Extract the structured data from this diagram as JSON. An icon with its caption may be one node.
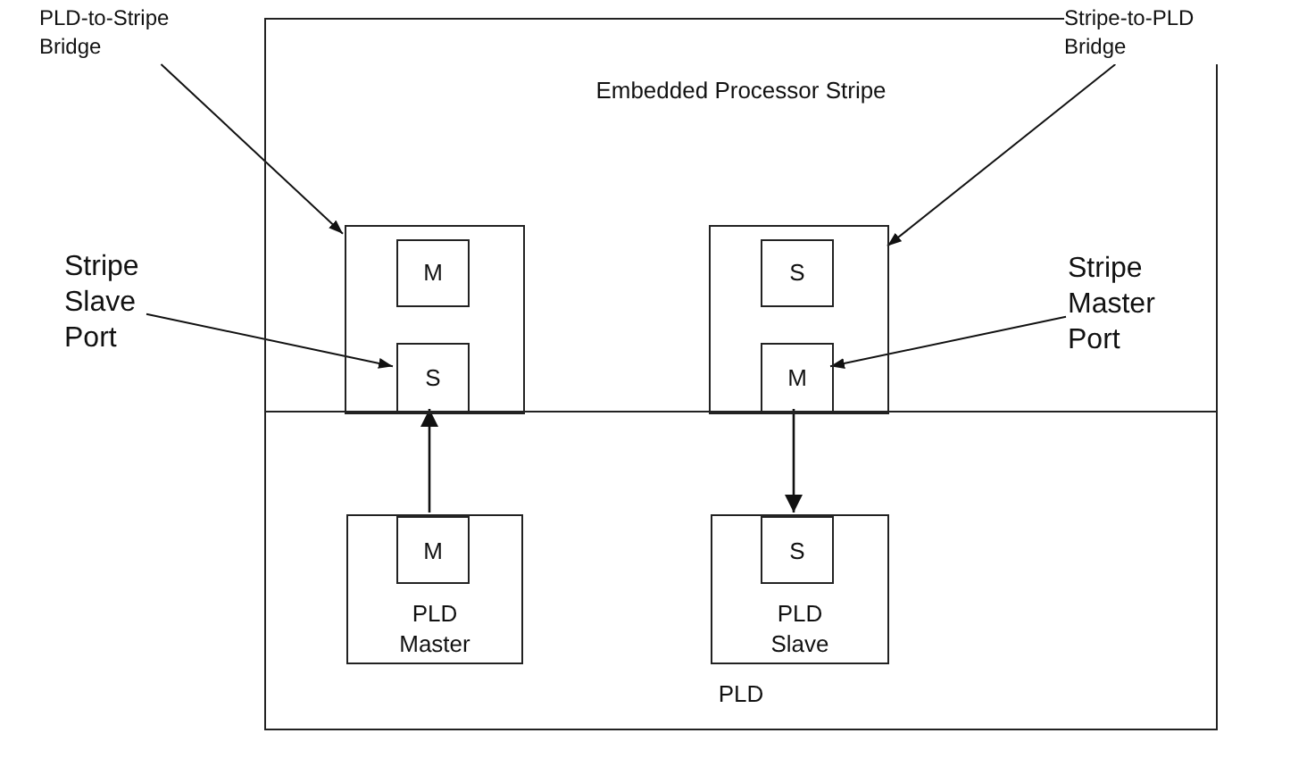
{
  "diagram": {
    "nodes": [
      {
        "text": [
          "Embedded Processor Stripe"
        ]
      },
      {
        "text": [
          "PLD"
        ]
      },
      {
        "text": [],
        "shape": "box",
        "in": 0
      },
      {
        "text": [
          "M"
        ],
        "in": 2
      },
      {
        "text": [
          "S"
        ],
        "in": 2
      },
      {
        "text": [],
        "shape": "box",
        "in": 0
      },
      {
        "text": [
          "S"
        ],
        "in": 5
      },
      {
        "text": [
          "M"
        ],
        "in": 5
      },
      {
        "text": [
          "PLD Master"
        ],
        "in": 1
      },
      {
        "text": [
          "M"
        ],
        "in": 8
      },
      {
        "text": [
          "PLD Slave"
        ],
        "in": 1
      },
      {
        "text": [
          "S"
        ],
        "in": 10
      },
      {
        "text": [
          "PLD-to-Stripe Bridge"
        ]
      },
      {
        "text": [
          "Stripe-to-PLD Bridge"
        ]
      },
      {
        "text": [
          "Stripe Slave Port"
        ]
      },
      {
        "text": [
          "Stripe Master Port"
        ],
        "in": 0
      }
    ],
    "edges": [
      {
        "from": 9,
        "to": 4,
        "arrow": "to"
      },
      {
        "from": 7,
        "to": 11,
        "arrow": "to"
      },
      {
        "from": 12,
        "to": 2,
        "arrow": "to"
      },
      {
        "from": 13,
        "to": 5,
        "arrow": "to"
      },
      {
        "from": 14,
        "to": 4,
        "arrow": "to"
      },
      {
        "from": 15,
        "to": 7,
        "arrow": "to"
      }
    ]
  }
}
